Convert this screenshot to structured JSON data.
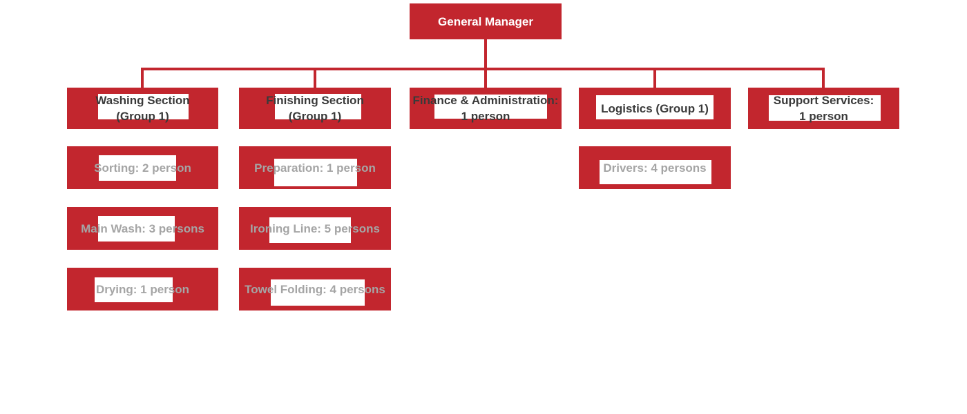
{
  "palette": {
    "box_red": "#c2262e",
    "connector_red": "#c2262e",
    "root_text": "#ffffff",
    "section_text": "#3a3a3a",
    "subunit_text": "#a5a5a5",
    "label_backdrop": "#ffffff"
  },
  "org": {
    "root": {
      "label": "General Manager"
    },
    "sections": [
      {
        "label": "Washing Section\n(Group 1)"
      },
      {
        "label": "Finishing Section\n(Group 1)"
      },
      {
        "label": "Finance & Administration:\n1 person"
      },
      {
        "label": "Logistics (Group 1)"
      },
      {
        "label": "Support Services:\n1 person"
      }
    ],
    "subunits": {
      "washing": [
        "Sorting: 2 person",
        "Main Wash: 3 persons",
        "Drying: 1 person"
      ],
      "finishing": [
        "Preparation: 1 person",
        "Ironing Line: 5 persons",
        "Towel Folding: 4 persons"
      ],
      "logistics": [
        "Drivers: 4 persons"
      ]
    }
  }
}
